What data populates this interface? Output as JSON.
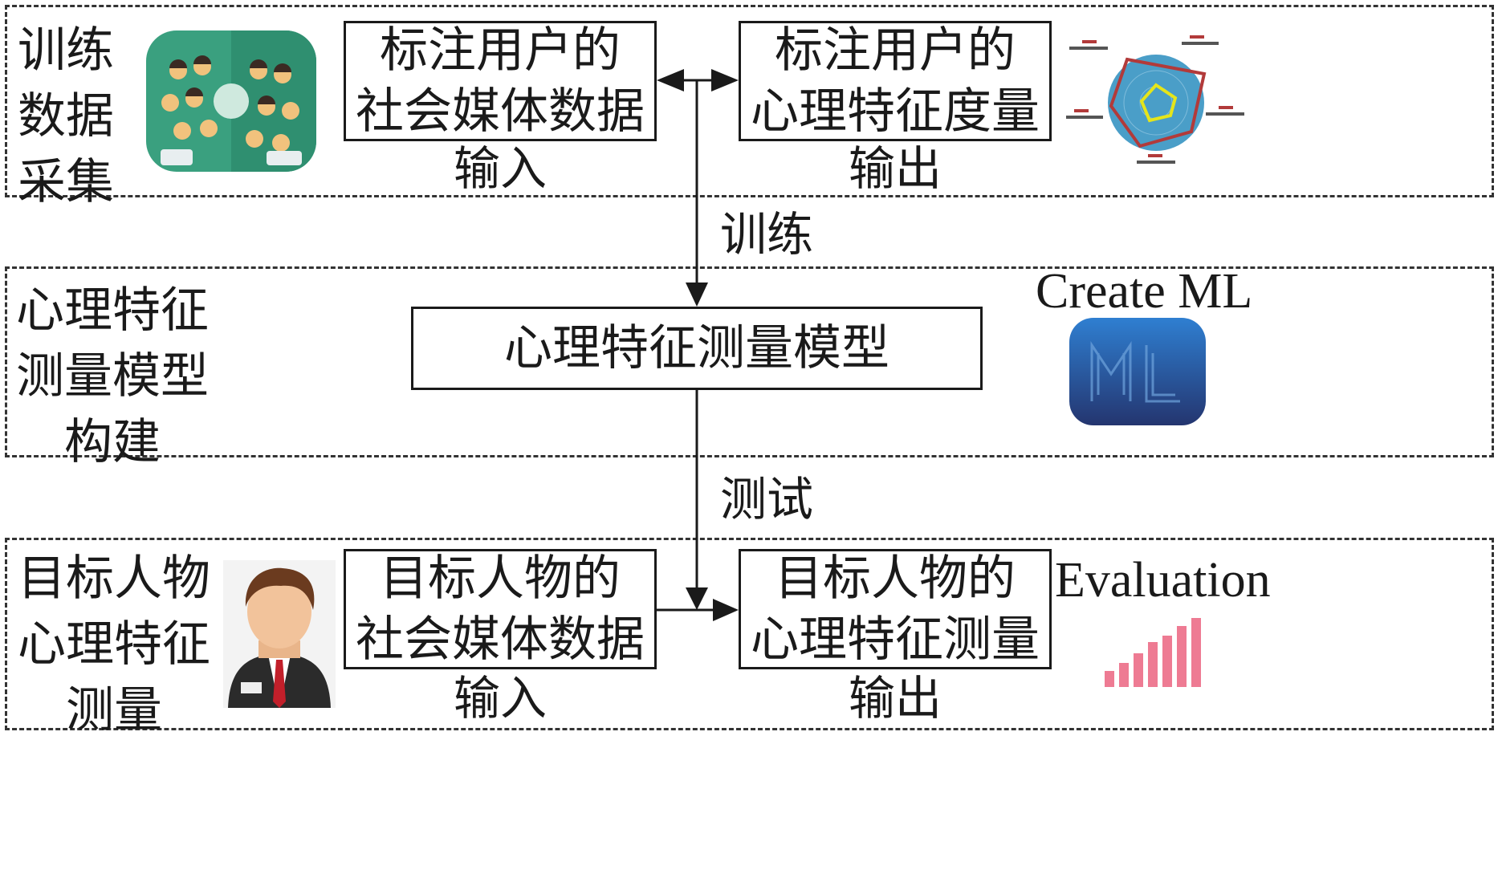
{
  "stage1": {
    "title": [
      "训练",
      "数据",
      "采集"
    ],
    "input_box": [
      "标注用户的",
      "社会媒体数据"
    ],
    "input_label": "输入",
    "output_box": [
      "标注用户的",
      "心理特征度量"
    ],
    "output_label": "输出"
  },
  "edge_train_label": "训练",
  "stage2": {
    "title": [
      "心理特征",
      "测量模型",
      "构建"
    ],
    "model_box": "心理特征测量模型",
    "tool_name": "Create ML"
  },
  "edge_test_label": "测试",
  "stage3": {
    "title": [
      "目标人物",
      "心理特征",
      "测量"
    ],
    "input_box": [
      "目标人物的",
      "社会媒体数据"
    ],
    "input_label": "输入",
    "output_box": [
      "目标人物的",
      "心理特征测量"
    ],
    "output_label": "输出",
    "eval_name": "Evaluation"
  },
  "colors": {
    "social_bg": "#3aa07f",
    "radar_red": "#b23a3a",
    "radar_yellow": "#e5e51a",
    "ml_top": "#2f7fd1",
    "ml_bottom": "#24356f",
    "bars": "#ee7b93"
  }
}
